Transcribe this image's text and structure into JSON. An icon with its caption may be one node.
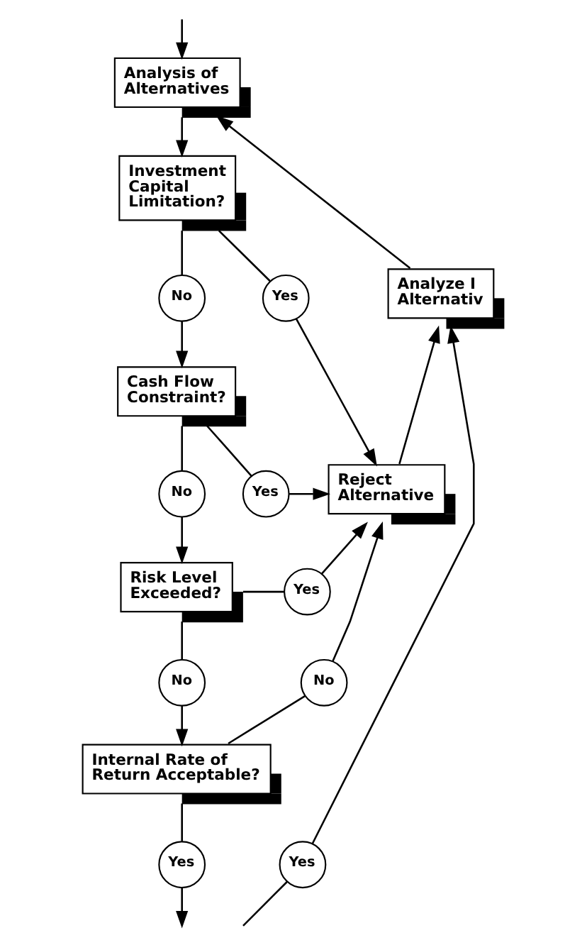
{
  "diagram": {
    "nodes": [
      {
        "text": [
          "Analysis of Alternatives"
        ]
      },
      {
        "text": [
          "Investment Capital Limitation?"
        ]
      },
      {
        "text": [
          "Analyze I Alternativ"
        ]
      },
      {
        "text": [
          "No"
        ]
      },
      {
        "text": [
          "Yes"
        ]
      },
      {
        "text": [
          "Cash Flow Constraint?"
        ]
      },
      {
        "text": [
          "Yes"
        ]
      },
      {
        "text": [
          "Reject Alternative"
        ]
      },
      {
        "text": [
          "No"
        ]
      },
      {
        "text": [
          "Yes"
        ]
      },
      {
        "text": [
          "Risk Level Exceeded?"
        ]
      },
      {
        "text": [
          "No"
        ]
      },
      {
        "text": [
          "No"
        ]
      },
      {
        "text": [
          "Internal Rate of Return Acceptable?"
        ]
      },
      {
        "text": [
          "Yes"
        ]
      },
      {
        "text": [
          "Yes"
        ]
      }
    ],
    "edges": [
      {
        "from": null,
        "to": 0,
        "arrow": "to"
      },
      {
        "from": 0,
        "to": 1,
        "arrow": "to"
      },
      {
        "from": 1,
        "to": 3,
        "arrow": "none"
      },
      {
        "from": 3,
        "to": 5,
        "arrow": "to"
      },
      {
        "from": 1,
        "to": 4,
        "arrow": "none"
      },
      {
        "from": 4,
        "to": 7,
        "arrow": "to"
      },
      {
        "from": 5,
        "to": 8,
        "arrow": "none"
      },
      {
        "from": 8,
        "to": 10,
        "arrow": "to"
      },
      {
        "from": 5,
        "to": 6,
        "arrow": "none"
      },
      {
        "from": 6,
        "to": 7,
        "arrow": "to"
      },
      {
        "from": 10,
        "to": 12,
        "arrow": "none"
      },
      {
        "from": 12,
        "to": 13,
        "arrow": "to"
      },
      {
        "from": 10,
        "to": 9,
        "arrow": "none"
      },
      {
        "from": 9,
        "to": 7,
        "arrow": "to"
      },
      {
        "from": 13,
        "to": 14,
        "arrow": "none"
      },
      {
        "from": 14,
        "to": null,
        "arrow": "to"
      },
      {
        "from": 13,
        "to": 11,
        "arrow": "none"
      },
      {
        "from": 11,
        "to": 7,
        "arrow": "to"
      },
      {
        "from": 7,
        "to": 2,
        "arrow": "to"
      },
      {
        "from": 2,
        "to": 0,
        "arrow": "to"
      },
      {
        "from": null,
        "to": 15,
        "arrow": "none"
      },
      {
        "from": 15,
        "to": 2,
        "arrow": "to"
      }
    ]
  }
}
